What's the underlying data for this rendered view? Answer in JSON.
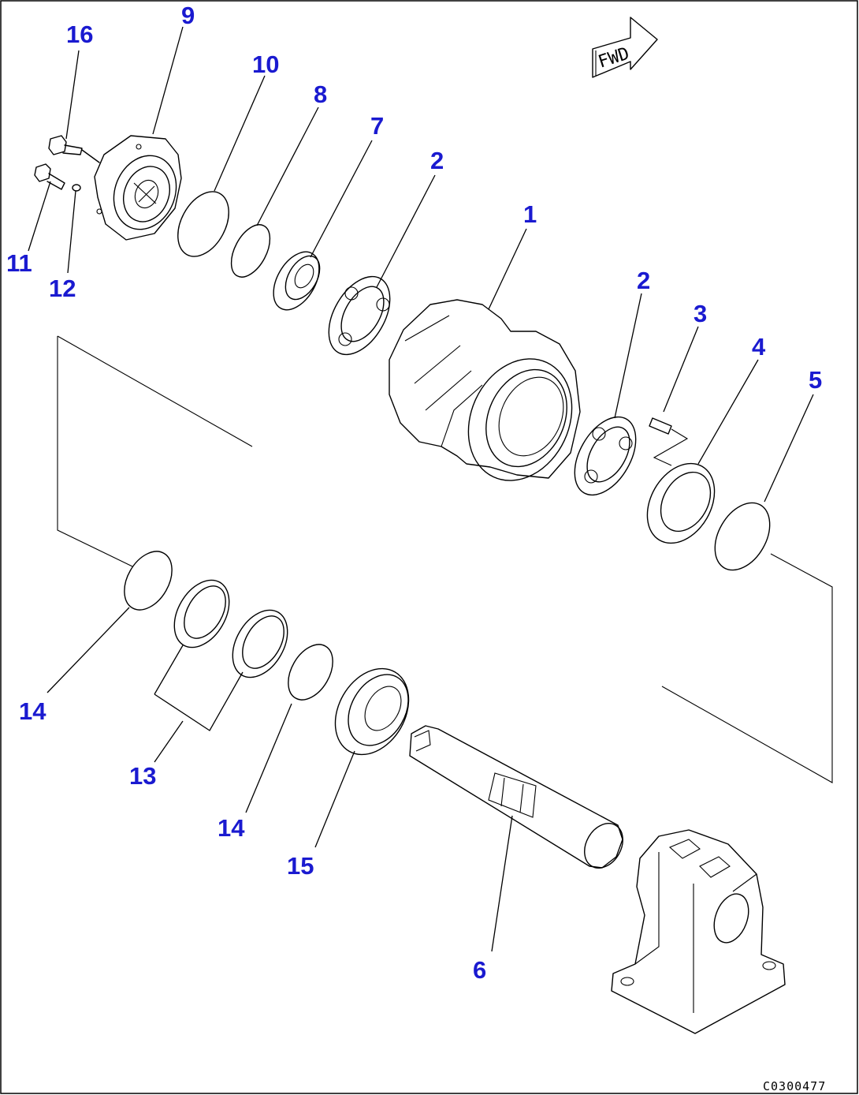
{
  "fwd_label": "FWD",
  "drawing_code": "C0300477",
  "callouts": [
    "16",
    "9",
    "10",
    "8",
    "7",
    "2",
    "1",
    "2",
    "3",
    "4",
    "5",
    "11",
    "12",
    "14",
    "13",
    "14",
    "15",
    "6"
  ],
  "colors": {
    "callout": "#1a1ad0",
    "line": "#000000",
    "background": "#ffffff"
  }
}
